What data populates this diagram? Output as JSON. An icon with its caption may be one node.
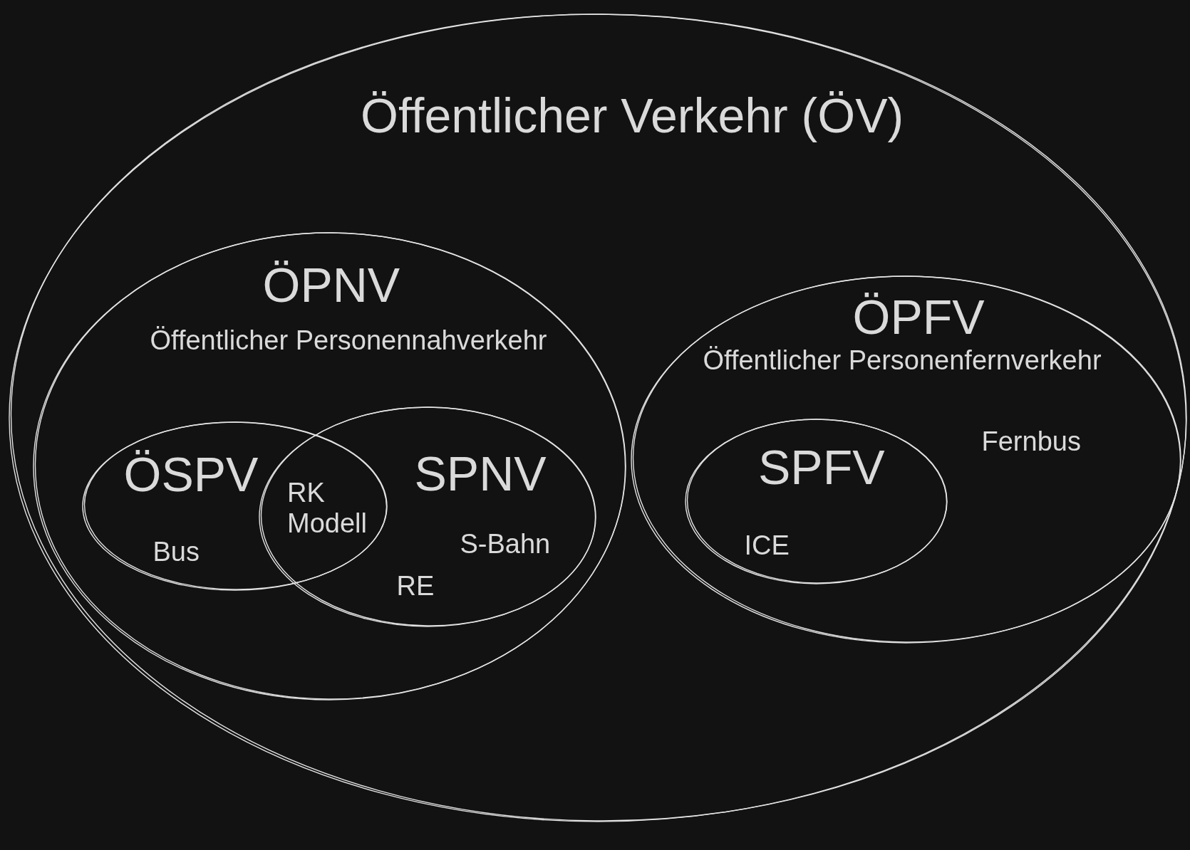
{
  "diagram": {
    "nodes": [
      {
        "text": [
          "Öffentlicher Verkehr (ÖV)"
        ]
      },
      {
        "text": [
          "ÖPNV",
          "Öffentlicher Personennahverkehr"
        ],
        "in": 0
      },
      {
        "text": [
          "ÖSPV",
          "Bus"
        ],
        "in": 1
      },
      {
        "text": [
          "SPNV",
          "S-Bahn",
          "RE"
        ],
        "in": 1
      },
      {
        "text": [
          "ÖPFV",
          "Öffentlicher Personenfernverkehr",
          "Fernbus"
        ],
        "in": 0
      },
      {
        "text": [
          "SPFV",
          "ICE"
        ],
        "in": 4
      }
    ],
    "labels": [
      "RK Modell"
    ]
  }
}
